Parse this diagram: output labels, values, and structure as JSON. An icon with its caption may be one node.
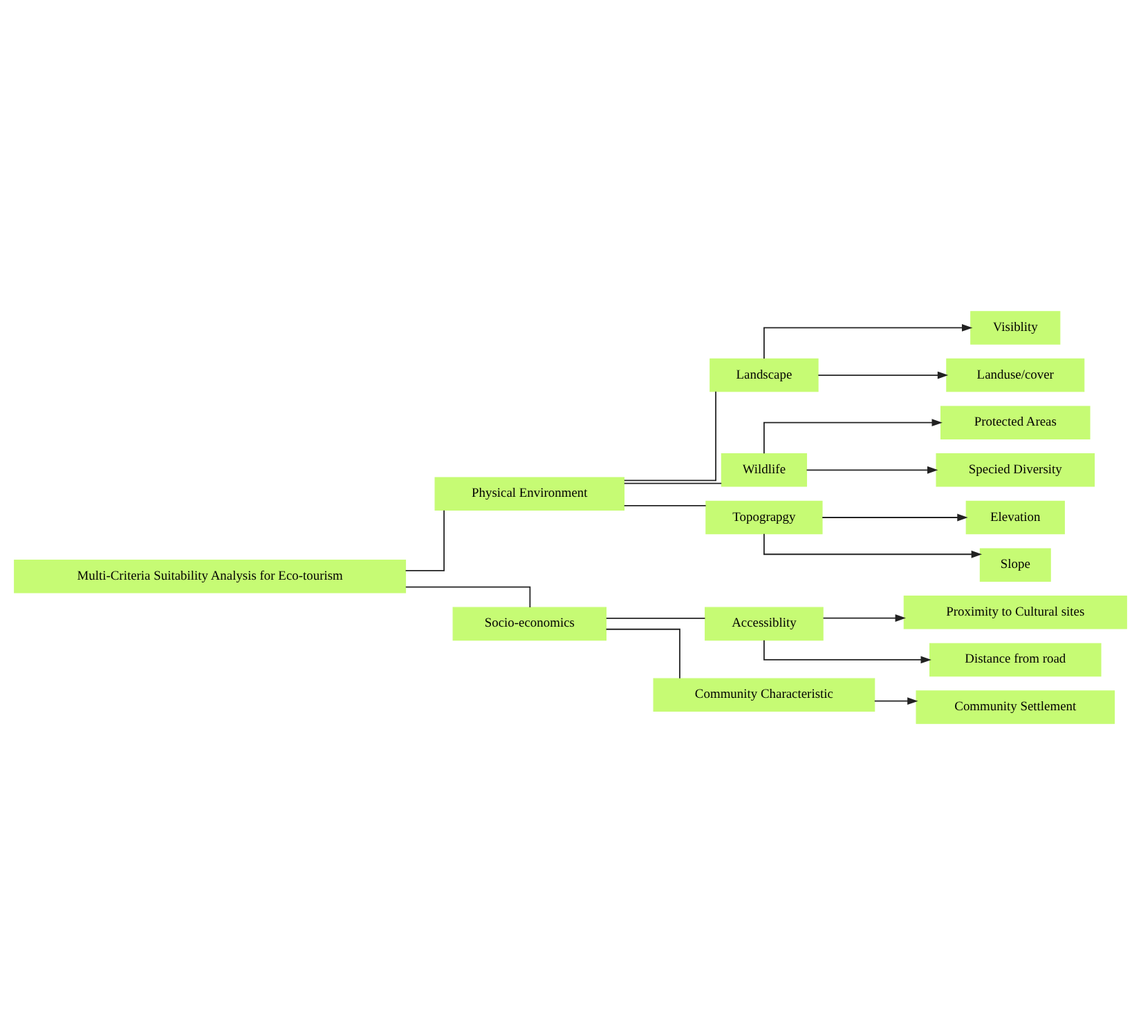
{
  "diagram": {
    "nodes": [
      {
        "text": [
          "Multi-Criteria Suitability Analysis for Eco-tourism"
        ]
      },
      {
        "text": [
          "Physical Environment"
        ]
      },
      {
        "text": [
          "Socio-economics"
        ]
      },
      {
        "text": [
          "Landscape"
        ]
      },
      {
        "text": [
          "Wildlife"
        ]
      },
      {
        "text": [
          "Topograpgy"
        ]
      },
      {
        "text": [
          "Accessiblity"
        ]
      },
      {
        "text": [
          "Community Characteristic"
        ]
      },
      {
        "text": [
          "Visiblity"
        ]
      },
      {
        "text": [
          "Landuse/cover"
        ]
      },
      {
        "text": [
          "Protected Areas"
        ]
      },
      {
        "text": [
          "Specied Diversity"
        ]
      },
      {
        "text": [
          "Elevation"
        ]
      },
      {
        "text": [
          "Slope"
        ]
      },
      {
        "text": [
          "Proximity to Cultural sites"
        ]
      },
      {
        "text": [
          "Distance from road"
        ]
      },
      {
        "text": [
          "Community Settlement"
        ]
      }
    ],
    "edges": [
      {
        "from": 0,
        "to": 1,
        "arrow": "none"
      },
      {
        "from": 0,
        "to": 2,
        "arrow": "none"
      },
      {
        "from": 1,
        "to": 3,
        "arrow": "none"
      },
      {
        "from": 1,
        "to": 4,
        "arrow": "none"
      },
      {
        "from": 1,
        "to": 5,
        "arrow": "none"
      },
      {
        "from": 3,
        "to": 8,
        "arrow": "to"
      },
      {
        "from": 3,
        "to": 9,
        "arrow": "to"
      },
      {
        "from": 4,
        "to": 10,
        "arrow": "to"
      },
      {
        "from": 4,
        "to": 11,
        "arrow": "to"
      },
      {
        "from": 5,
        "to": 12,
        "arrow": "to"
      },
      {
        "from": 5,
        "to": 13,
        "arrow": "to"
      },
      {
        "from": 2,
        "to": 6,
        "arrow": "none"
      },
      {
        "from": 2,
        "to": 7,
        "arrow": "none"
      },
      {
        "from": 6,
        "to": 14,
        "arrow": "to"
      },
      {
        "from": 6,
        "to": 15,
        "arrow": "to"
      },
      {
        "from": 7,
        "to": 16,
        "arrow": "to"
      }
    ]
  }
}
